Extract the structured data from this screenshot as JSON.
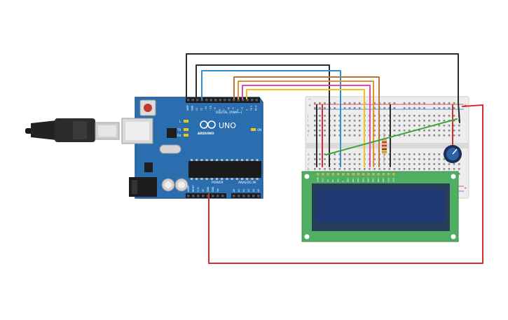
{
  "board": {
    "brand": "ARDUINO",
    "model": "UNO",
    "digital_label": "DIGITAL (PWM~)",
    "power_label": "POWER",
    "analog_label": "ANALOG IN",
    "on_label": "ON",
    "l_label": "L",
    "tx_label": "TX",
    "rx_label": "RX",
    "header_top_labels": [
      "AREF",
      "GND",
      "13",
      "12",
      "~11",
      "~10",
      "~9",
      "8",
      "7",
      "~6",
      "~5",
      "4",
      "~3",
      "2",
      "TX 1",
      "RX 0"
    ],
    "header_power_labels": [
      "IOREF",
      "RESET",
      "3.3V",
      "5V",
      "GND",
      "GND",
      "Vin"
    ],
    "header_analog_labels": [
      "A0",
      "A1",
      "A2",
      "A3",
      "A4",
      "A5"
    ]
  },
  "breadboard": {
    "row_letters_top": [
      "j",
      "i",
      "h",
      "g",
      "f"
    ],
    "row_letters_bottom": [
      "e",
      "d",
      "c",
      "b",
      "a"
    ],
    "rail_plus": "+",
    "rail_minus": "−"
  },
  "lcd": {
    "pin_labels": [
      "GND",
      "VCC",
      "V0",
      "RS",
      "RW",
      "E",
      "DB0",
      "DB1",
      "DB2",
      "DB3",
      "DB4",
      "DB5",
      "DB6",
      "DB7",
      "LED",
      "LED"
    ]
  },
  "colors": {
    "board": "#2a6eb0",
    "board_edge": "#1f5a94",
    "breadboard": "#ededed",
    "lcd_pcb": "#4fae61",
    "lcd_screen": "#1f3a73",
    "wire_black": "#2b2b2b",
    "wire_blue": "#2c8fd6",
    "wire_brown": "#b07a3c",
    "wire_orange": "#e8902a",
    "wire_pink": "#e64aa8",
    "wire_yellow": "#f0c419",
    "wire_red": "#d82b2b",
    "wire_green": "#3aa33a"
  }
}
